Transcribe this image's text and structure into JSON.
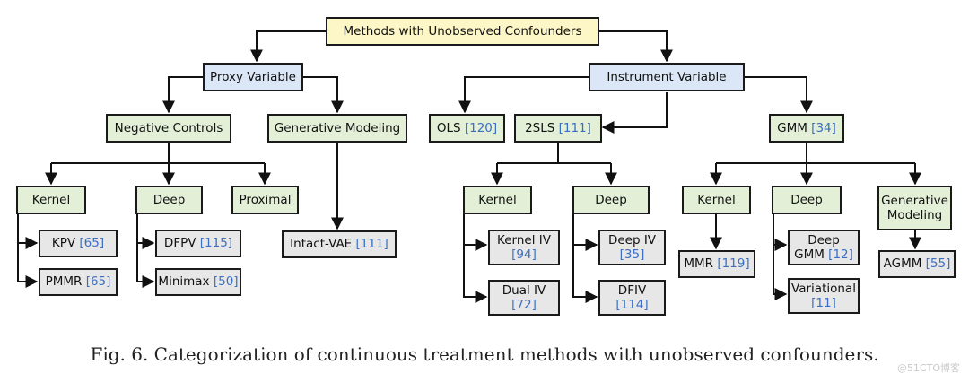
{
  "caption": "Fig. 6.  Categorization of continuous treatment methods with unobserved confounders.",
  "watermark": "@51CTO博客",
  "nodes": {
    "root": {
      "label": "Methods with Unobserved Confounders"
    },
    "proxy": {
      "label": "Proxy Variable"
    },
    "instrument": {
      "label": "Instrument Variable"
    },
    "negative_controls": {
      "label": "Negative Controls"
    },
    "generative_modeling_pv": {
      "label": "Generative Modeling"
    },
    "ols": {
      "label": "OLS ",
      "ref": "[120]"
    },
    "tsls": {
      "label": "2SLS ",
      "ref": "[111]"
    },
    "gmm": {
      "label": "GMM ",
      "ref": "[34]"
    },
    "nc_kernel": {
      "label": "Kernel"
    },
    "nc_deep": {
      "label": "Deep"
    },
    "nc_proximal": {
      "label": "Proximal"
    },
    "kpv": {
      "label": "KPV ",
      "ref": "[65]"
    },
    "pmmr": {
      "label": "PMMR ",
      "ref": "[65]"
    },
    "dfpv": {
      "label": "DFPV ",
      "ref": "[115]"
    },
    "minimax": {
      "label": "Minimax ",
      "ref": "[50]"
    },
    "intact_vae": {
      "label": "Intact-VAE ",
      "ref": "[111]"
    },
    "tsls_kernel": {
      "label": "Kernel"
    },
    "tsls_deep": {
      "label": "Deep"
    },
    "kernel_iv": {
      "label": "Kernel IV",
      "ref": "[94]"
    },
    "dual_iv": {
      "label": "Dual IV",
      "ref": "[72]"
    },
    "deep_iv": {
      "label": "Deep IV",
      "ref": "[35]"
    },
    "dfiv": {
      "label": "DFIV",
      "ref": "[114]"
    },
    "gmm_kernel": {
      "label": "Kernel"
    },
    "gmm_deep": {
      "label": "Deep"
    },
    "gmm_generative": {
      "label1": "Generative",
      "label2": "Modeling"
    },
    "mmr": {
      "label": "MMR ",
      "ref": "[119]"
    },
    "deep_gmm": {
      "label": "Deep",
      "label2": "GMM ",
      "ref": "[12]"
    },
    "variational": {
      "label": "Variational",
      "ref": "[11]"
    },
    "agmm": {
      "label": "AGMM ",
      "ref": "[55]"
    }
  }
}
